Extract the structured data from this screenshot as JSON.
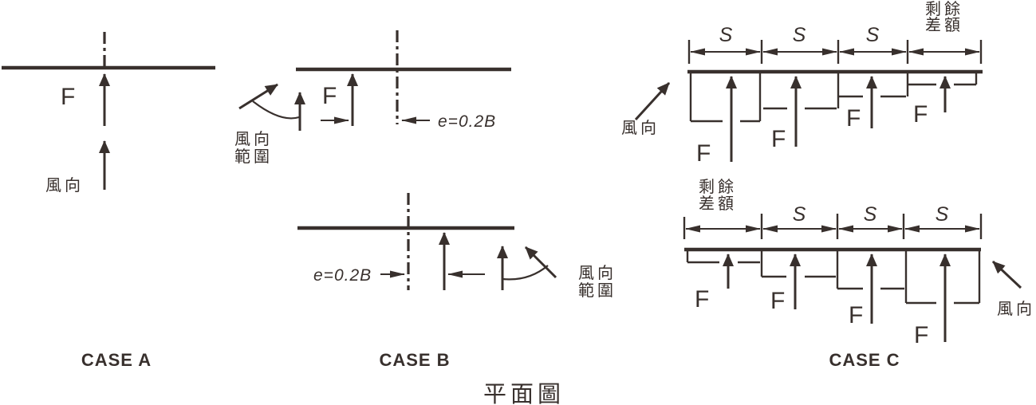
{
  "figure_title": "平面圖",
  "colors": {
    "ink": "#38302d",
    "background": "#ffffff"
  },
  "labels": {
    "force": "F",
    "spacing": "S",
    "eccentricity": "e=0.2B",
    "wind_direction": "風向",
    "wind_range_line1": "風向",
    "wind_range_line2": "範圍",
    "remainder_line1": "剩餘",
    "remainder_line2": "差額"
  },
  "cases": {
    "a": {
      "title": "CASE A"
    },
    "b": {
      "title": "CASE B"
    },
    "c": {
      "title": "CASE C"
    }
  }
}
